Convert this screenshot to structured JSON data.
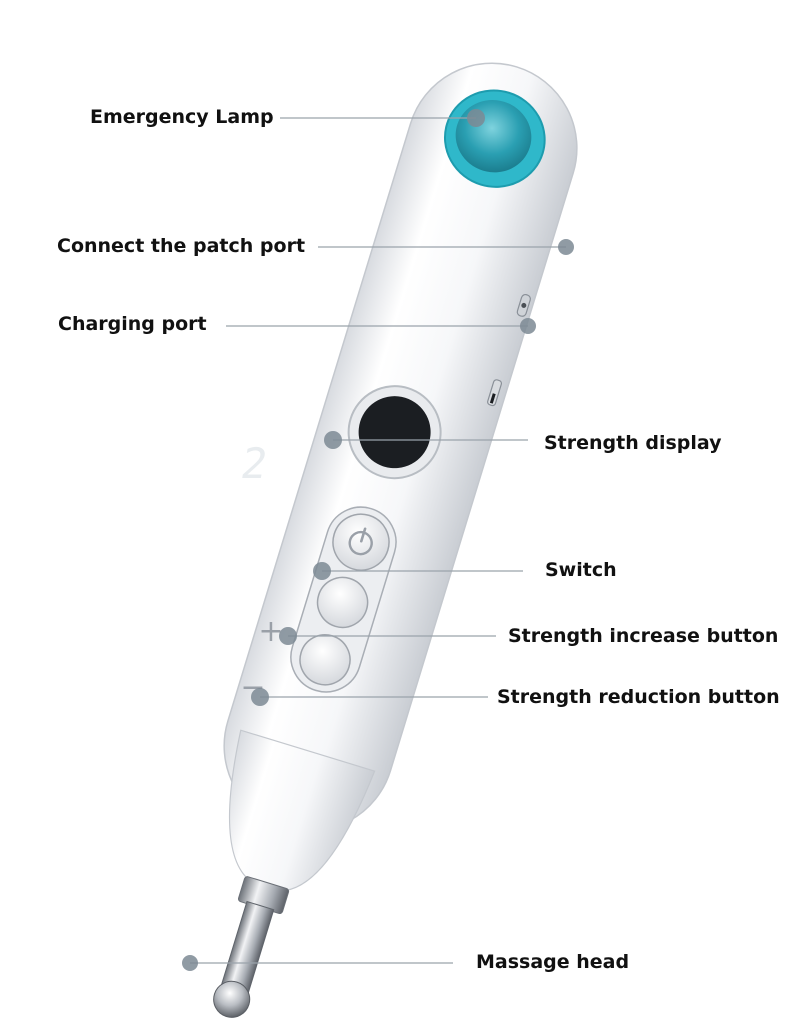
{
  "labels": {
    "emergency_lamp": "Emergency Lamp",
    "patch_port": "Connect the patch port",
    "charging_port": "Charging port",
    "strength_display": "Strength display",
    "switch": "Switch",
    "strength_increase": "Strength increase button",
    "strength_reduction": "Strength reduction button",
    "massage_head": "Massage head"
  },
  "display": {
    "digit": "2"
  },
  "colors": {
    "lamp_ring": "#29b6c8",
    "lamp_inner": "#1f8fa3",
    "body": "#f4f5f7",
    "leader": "#9aa3ab",
    "dot": "#7c8a94",
    "screen": "#1b1e22"
  },
  "buttons": {
    "plus_symbol": "+",
    "minus_symbol": "−"
  }
}
